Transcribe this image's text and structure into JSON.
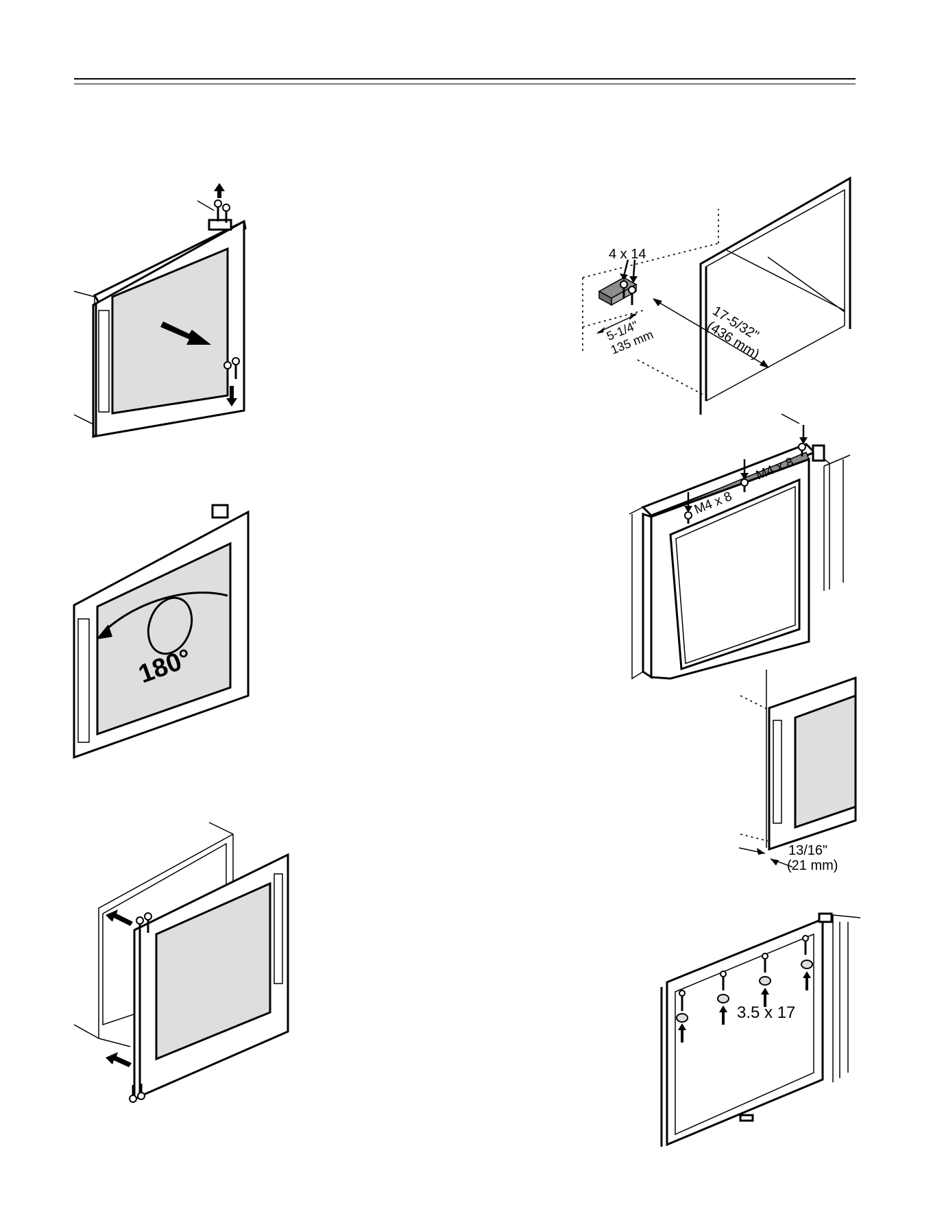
{
  "labels": {
    "rotation": "180°",
    "bracket_screws": "4 x 14",
    "dim_depth_in": "5-1/4\"",
    "dim_depth_mm": "135 mm",
    "dim_width_in": "17-5/32\"",
    "dim_width_mm": "(436 mm)",
    "hinge_screw_a": "M4 x 8",
    "hinge_screw_b": "M4 x 8",
    "gap_in": "13/16\"",
    "gap_mm": "(21 mm)",
    "cover_screws": "3.5 x 17"
  },
  "colors": {
    "line": "#000000",
    "glass": "#dedede",
    "bracket": "#8c8c8c"
  },
  "icons": [
    "arrow-icon",
    "screw-icon",
    "cap-icon"
  ]
}
